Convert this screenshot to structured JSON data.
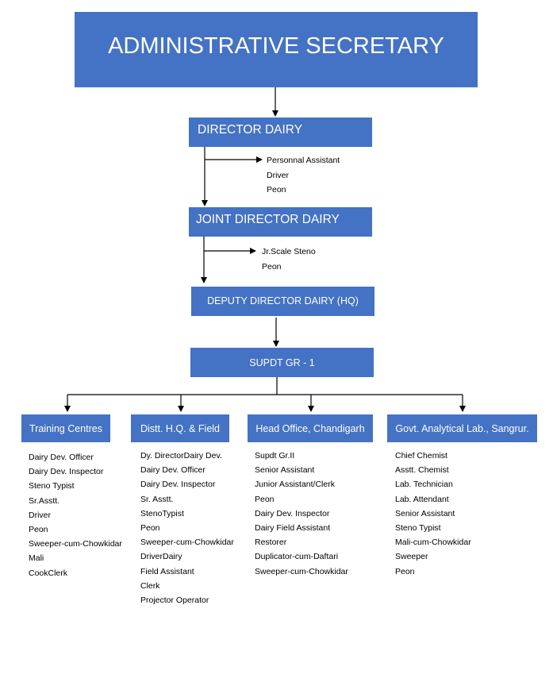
{
  "top": {
    "title": "ADMINISTRATIVE SECRETARY"
  },
  "director": {
    "title": "DIRECTOR DAIRY",
    "staff": [
      "Personnal Assistant",
      "Driver",
      "Peon"
    ]
  },
  "joint_director": {
    "title": "JOINT DIRECTOR DAIRY",
    "staff": [
      "Jr.Scale Steno",
      "Peon"
    ]
  },
  "deputy_director": {
    "title": "DEPUTY DIRECTOR DAIRY (HQ)"
  },
  "supdt": {
    "title": "SUPDT GR - 1"
  },
  "branches": [
    {
      "title": "Training Centres",
      "items": [
        "Dairy Dev. Officer",
        "Dairy Dev. Inspector",
        "Steno Typist",
        "Sr.Asstt.",
        "Driver",
        "Peon",
        "Sweeper-cum-Chowkidar",
        "Mali",
        "CookClerk"
      ]
    },
    {
      "title": "Distt. H.Q. & Field",
      "items": [
        "Dy. DirectorDairy Dev.",
        "Dairy Dev. Officer",
        "Dairy Dev. Inspector",
        "Sr. Asstt.",
        "StenoTypist",
        "Peon",
        "Sweeper-cum-Chowkidar",
        "DriverDairy",
        "Field Assistant",
        "Clerk",
        "Projector Operator"
      ]
    },
    {
      "title": "Head Office, Chandigarh",
      "items": [
        "Supdt Gr.II",
        "Senior  Assistant",
        "Junior  Assistant/Clerk",
        "Peon",
        "Dairy Dev. Inspector",
        "Dairy Field Assistant",
        "Restorer",
        "Duplicator-cum-Daftari",
        "Sweeper-cum-Chowkidar"
      ]
    },
    {
      "title": "Govt. Analytical Lab., Sangrur.",
      "items": [
        "Chief Chemist",
        "Asstt. Chemist",
        "Lab. Technician",
        "Lab. Attendant",
        "Senior  Assistant",
        "Steno Typist",
        "Mali-cum-Chowkidar",
        "Sweeper",
        "Peon"
      ]
    }
  ],
  "colors": {
    "box_fill": "#4472c4",
    "box_text": "#ffffff",
    "line": "#000000"
  }
}
